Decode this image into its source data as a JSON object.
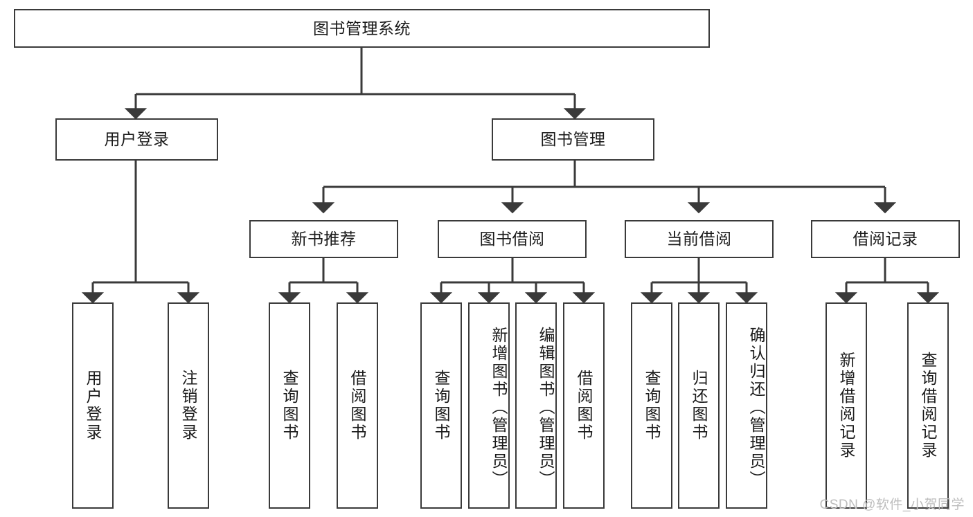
{
  "diagram": {
    "title": "图书管理系统",
    "type": "tree-hierarchy",
    "root": {
      "label": "图书管理系统"
    },
    "level2": [
      {
        "label": "用户登录"
      },
      {
        "label": "图书管理"
      }
    ],
    "level3": [
      {
        "label": "新书推荐"
      },
      {
        "label": "图书借阅"
      },
      {
        "label": "当前借阅"
      },
      {
        "label": "借阅记录"
      }
    ],
    "leaves": {
      "user_login": [
        {
          "label": "用户登录"
        },
        {
          "label": "注销登录"
        }
      ],
      "new_book_recommend": [
        {
          "label": "查询图书"
        },
        {
          "label": "借阅图书"
        }
      ],
      "book_borrow": [
        {
          "label": "查询图书"
        },
        {
          "label": "新增图书（管理员）"
        },
        {
          "label": "编辑图书（管理员）"
        },
        {
          "label": "借阅图书"
        }
      ],
      "current_borrow": [
        {
          "label": "查询图书"
        },
        {
          "label": "归还图书"
        },
        {
          "label": "确认归还（管理员）"
        }
      ],
      "borrow_record": [
        {
          "label": "新增借阅记录"
        },
        {
          "label": "查询借阅记录"
        }
      ]
    }
  },
  "watermark": {
    "text": "CSDN @软件_小贺同学"
  },
  "colors": {
    "stroke": "#3a3a3a",
    "box_fill": "#ffffff",
    "text": "#1a1a1a",
    "watermark": "#bdbdbd",
    "background": "#ffffff"
  }
}
